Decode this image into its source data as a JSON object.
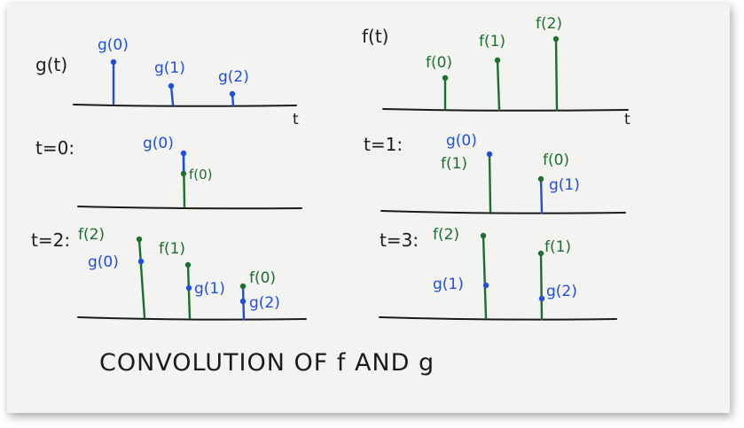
{
  "colors": {
    "blue": "#1f4fe0",
    "green": "#1e6e2d",
    "ink": "#1b1b1b"
  },
  "panels": {
    "g": {
      "title": "g(t)",
      "axis": "t",
      "labels": [
        "g(0)",
        "g(1)",
        "g(2)"
      ]
    },
    "f": {
      "title": "f(t)",
      "axis": "t",
      "labels": [
        "f(0)",
        "f(1)",
        "f(2)"
      ]
    },
    "t0": {
      "title": "t=0:",
      "g_label": "g(0)",
      "f_label": "f(0)"
    },
    "t1": {
      "title": "t=1:",
      "g0": "g(0)",
      "f1": "f(1)",
      "f0": "f(0)",
      "g1": "g(1)"
    },
    "t2": {
      "title": "t=2:",
      "f2": "f(2)",
      "g0": "g(0)",
      "f1": "f(1)",
      "g1": "g(1)",
      "f0": "f(0)",
      "g2": "g(2)"
    },
    "t3": {
      "title": "t=3:",
      "f2": "f(2)",
      "g1": "g(1)",
      "f1": "f(1)",
      "g2": "g(2)"
    }
  },
  "caption": "CONVOLUTION OF f AND g"
}
